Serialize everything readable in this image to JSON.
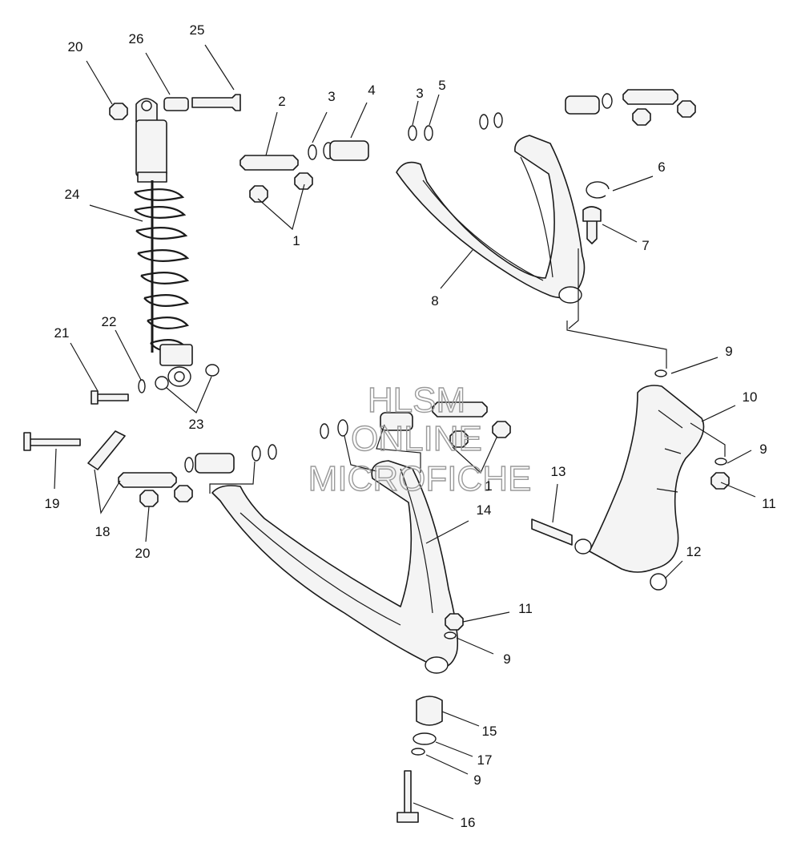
{
  "watermark": {
    "line1": "HLSM",
    "line2": "ONLINE",
    "line3": "MICROFICHE"
  },
  "callouts": [
    {
      "id": "c20a",
      "text": "20"
    },
    {
      "id": "c26",
      "text": "26"
    },
    {
      "id": "c25",
      "text": "25"
    },
    {
      "id": "c2",
      "text": "2"
    },
    {
      "id": "c3a",
      "text": "3"
    },
    {
      "id": "c4",
      "text": "4"
    },
    {
      "id": "c3b",
      "text": "3"
    },
    {
      "id": "c5",
      "text": "5"
    },
    {
      "id": "c6",
      "text": "6"
    },
    {
      "id": "c7",
      "text": "7"
    },
    {
      "id": "c8",
      "text": "8"
    },
    {
      "id": "c1a",
      "text": "1"
    },
    {
      "id": "c24",
      "text": "24"
    },
    {
      "id": "c21",
      "text": "21"
    },
    {
      "id": "c22",
      "text": "22"
    },
    {
      "id": "c23",
      "text": "23"
    },
    {
      "id": "c9a",
      "text": "9"
    },
    {
      "id": "c10",
      "text": "10"
    },
    {
      "id": "c9b",
      "text": "9"
    },
    {
      "id": "c11a",
      "text": "11"
    },
    {
      "id": "c13",
      "text": "13"
    },
    {
      "id": "c12",
      "text": "12"
    },
    {
      "id": "c19",
      "text": "19"
    },
    {
      "id": "c18",
      "text": "18"
    },
    {
      "id": "c20b",
      "text": "20"
    },
    {
      "id": "c1b",
      "text": "1"
    },
    {
      "id": "c14",
      "text": "14"
    },
    {
      "id": "c11b",
      "text": "11"
    },
    {
      "id": "c9c",
      "text": "9"
    },
    {
      "id": "c15",
      "text": "15"
    },
    {
      "id": "c17",
      "text": "17"
    },
    {
      "id": "c9d",
      "text": "9"
    },
    {
      "id": "c16",
      "text": "16"
    }
  ]
}
